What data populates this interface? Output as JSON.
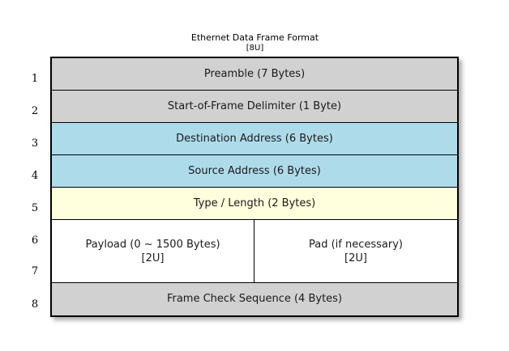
{
  "diagram": {
    "title": "Ethernet Data Frame Format",
    "title_note": "[8U]",
    "colors": {
      "gray": "#d1d1d1",
      "blue": "#aedbea",
      "cream": "#ffffdd",
      "white": "#ffffff",
      "border": "#000000",
      "background": "#ffffff"
    },
    "row_numbers": [
      "1",
      "2",
      "3",
      "4",
      "5",
      "6",
      "7",
      "8"
    ],
    "rows": [
      {
        "number": "1",
        "label": "Preamble (7 Bytes)",
        "fill": "gray"
      },
      {
        "number": "2",
        "label": "Start-of-Frame Delimiter (1 Byte)",
        "fill": "gray"
      },
      {
        "number": "3",
        "label": "Destination Address (6 Bytes)",
        "fill": "blue"
      },
      {
        "number": "4",
        "label": "Source Address (6 Bytes)",
        "fill": "blue"
      },
      {
        "number": "5",
        "label": "Type / Length (2 Bytes)",
        "fill": "cream"
      },
      {
        "number": "6-7",
        "fill": "white",
        "split": true,
        "cells": [
          {
            "label": "Payload (0 ~ 1500 Bytes)",
            "note": "[2U]"
          },
          {
            "label": "Pad (if necessary)",
            "note": "[2U]"
          }
        ]
      },
      {
        "number": "8",
        "label": "Frame Check Sequence (4 Bytes)",
        "fill": "gray"
      }
    ]
  }
}
